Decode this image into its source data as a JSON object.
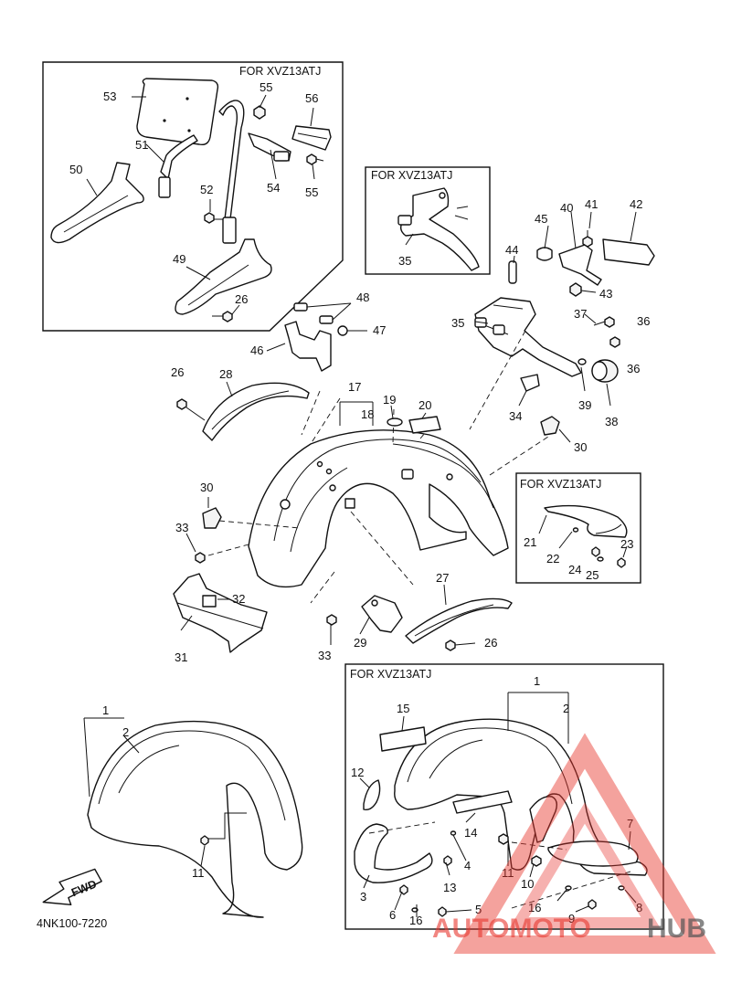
{
  "variant_box_labels": [
    "FOR XVZ13ATJ",
    "FOR XVZ13ATJ",
    "FOR XVZ13ATJ",
    "FOR XVZ13ATJ"
  ],
  "part_labels": [
    "53",
    "55",
    "56",
    "51",
    "50",
    "52",
    "54",
    "55",
    "49",
    "26",
    "48",
    "47",
    "46",
    "45",
    "41",
    "40",
    "42",
    "44",
    "43",
    "35",
    "37",
    "36",
    "36",
    "38",
    "39",
    "34",
    "30",
    "35",
    "26",
    "28",
    "17",
    "19",
    "18",
    "20",
    "30",
    "33",
    "32",
    "31",
    "27",
    "29",
    "33",
    "26",
    "21",
    "22",
    "23",
    "24",
    "25",
    "1",
    "2",
    "11",
    "1",
    "2",
    "15",
    "12",
    "3",
    "14",
    "4",
    "13",
    "11",
    "10",
    "7",
    "6",
    "16",
    "16",
    "9",
    "8",
    "5"
  ],
  "direction_arrow": "FWD",
  "diagram_code": "4NK100-7220",
  "watermark": {
    "part1": "AUTOMOTO",
    "part2": "HUB",
    "color_primary": "#e8362e",
    "color_secondary": "#555555"
  }
}
